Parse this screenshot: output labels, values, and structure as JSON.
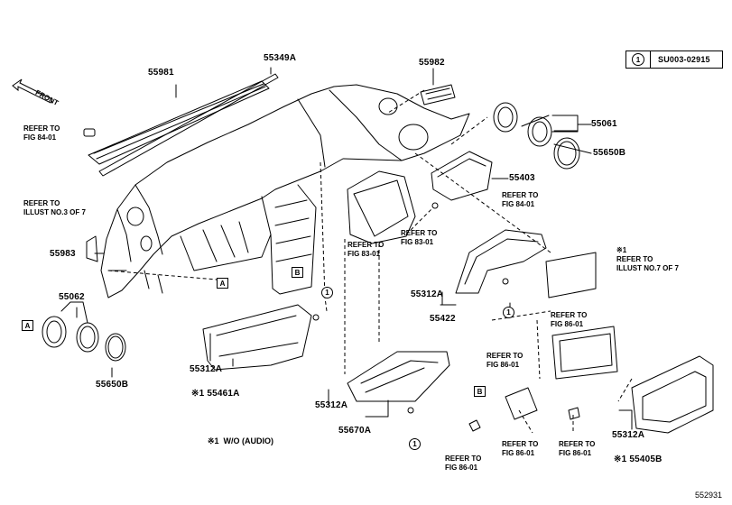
{
  "diagram_code": {
    "marker": "1",
    "code": "SU003-02915"
  },
  "figure_id": "552931",
  "front_label": "FRONT",
  "parts": {
    "p55981": "55981",
    "p55349A": "55349A",
    "p55982": "55982",
    "p55061": "55061",
    "p55650B_right": "55650B",
    "p55403": "55403",
    "p55983": "55983",
    "p55062": "55062",
    "p55650B_left": "55650B",
    "p55312A_1": "55312A",
    "p55461A": "※1 55461A",
    "p55312A_2": "55312A",
    "p55670A": "55670A",
    "p55312A_3": "55312A",
    "p55422": "55422",
    "p55312A_4": "55312A",
    "p55405B": "※1 55405B"
  },
  "refs": {
    "r_fig84_left": "REFER TO\nFIG 84-01",
    "r_illust3": "REFER TO\nILLUST NO.3 OF 7",
    "r_fig83_a": "REFER TO\nFIG 83-01",
    "r_fig83_b": "REFER TO\nFIG 83-01",
    "r_fig84_right": "REFER TO\nFIG 84-01",
    "r_illust7": "※1\nREFER TO\nILLUST NO.7 OF 7",
    "r_fig86_a": "REFER TO\nFIG 86-01",
    "r_fig86_b": "REFER TO\nFIG 86-01",
    "r_fig86_c": "REFER TO\nFIG 86-01",
    "r_fig86_d": "REFER TO\nFIG 86-01",
    "r_fig86_e": "REFER TO\nFIG 86-01"
  },
  "markers": {
    "boxA_1": "A",
    "boxA_2": "A",
    "boxB_1": "B",
    "boxB_2": "B",
    "circ1_a": "1",
    "circ1_b": "1",
    "circ1_c": "1"
  },
  "footnote": "※1  W/O (AUDIO)"
}
